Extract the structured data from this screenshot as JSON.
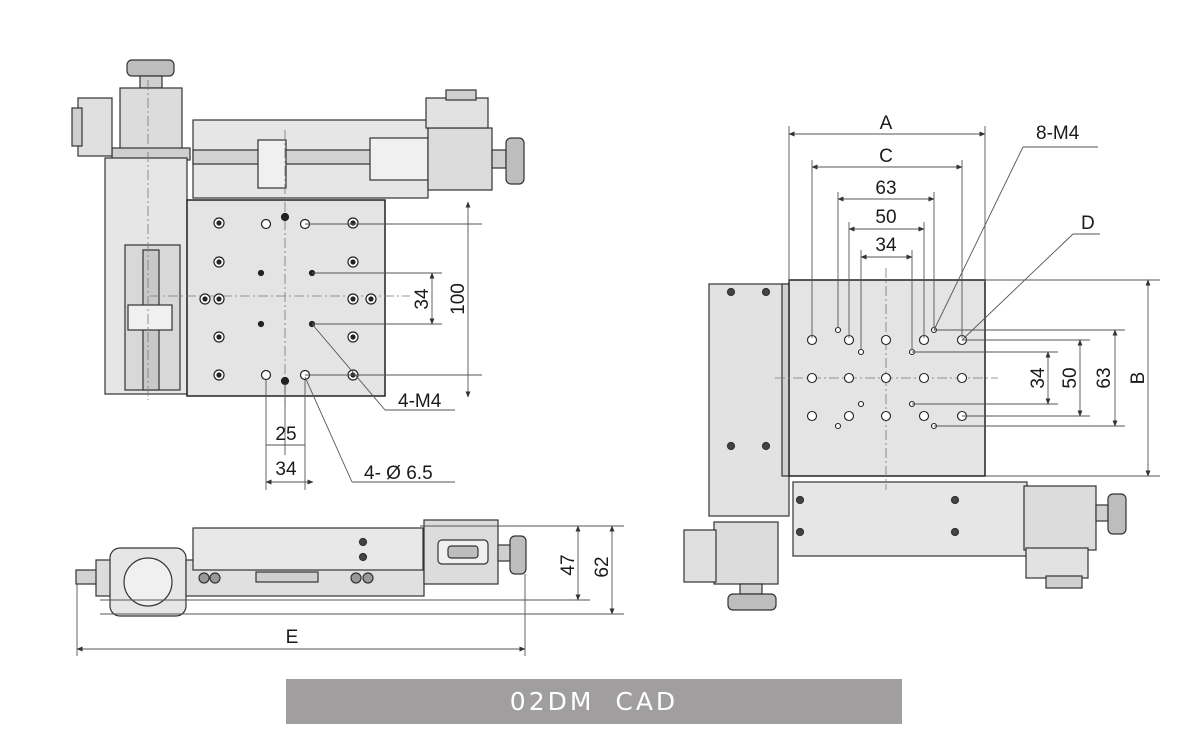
{
  "caption": "02DM CAD",
  "colors": {
    "caption_bg": "#a09e9f",
    "caption_text": "#ffffff",
    "stage_fill": "#e4e4e4",
    "stage_dark": "#cfcfcf",
    "outline": "#333333",
    "dimension_line": "#555555"
  },
  "top_view": {
    "dims": {
      "d34": "34",
      "d100": "100",
      "d25": "25",
      "d34b": "34",
      "callout_m4": "4-M4",
      "callout_hole": "4- Ø 6.5"
    }
  },
  "front_view": {
    "dims": {
      "d47": "47",
      "d62": "62",
      "dE": "E"
    }
  },
  "right_view": {
    "dims": {
      "dA": "A",
      "dC": "C",
      "d63": "63",
      "d50": "50",
      "d34": "34",
      "callout_8m4": "8-M4",
      "callout_d": "D",
      "v34": "34",
      "v50": "50",
      "v63": "63",
      "vB": "B"
    }
  }
}
